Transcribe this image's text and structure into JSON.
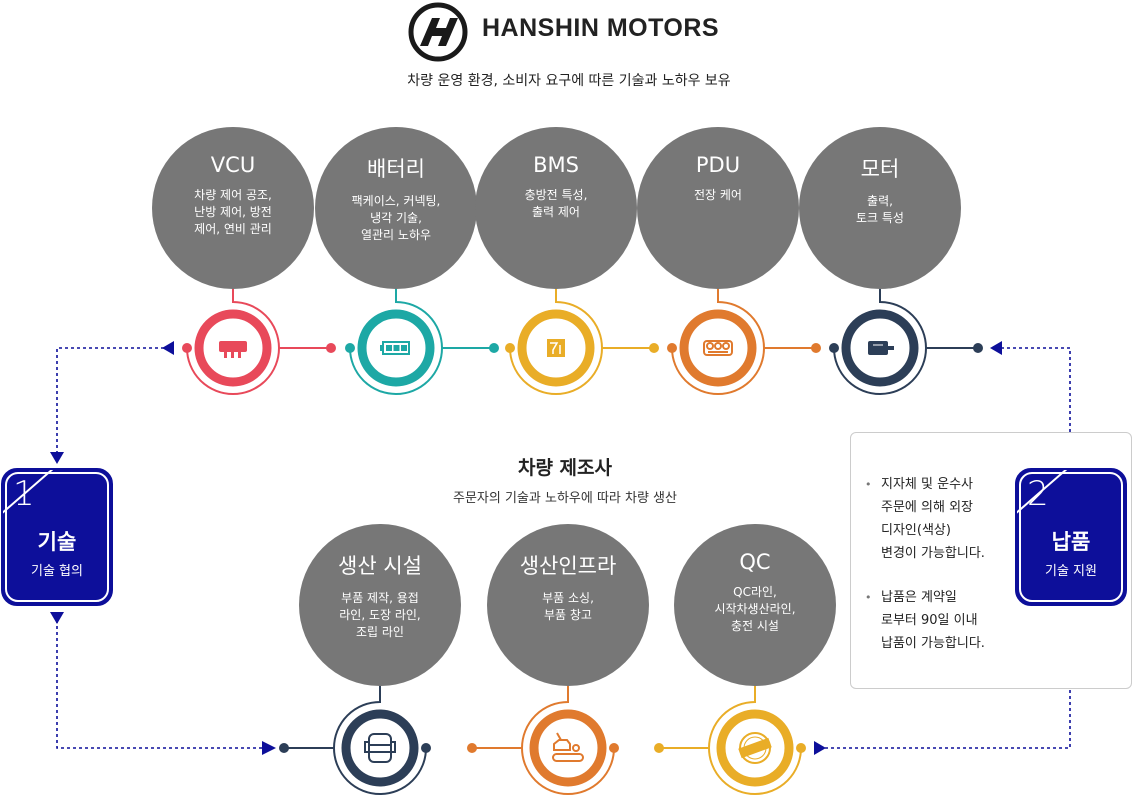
{
  "header": {
    "brand": "HANSHIN MOTORS",
    "tagline": "차량 운영 환경, 소비자 요구에 따른 기술과 노하우 보유"
  },
  "technologies": [
    {
      "title": "VCU",
      "desc": "차량 제어 공조,\n난방 제어, 방전\n제어, 연비 관리",
      "icon": "ram-chip-icon",
      "color": "#e8495a"
    },
    {
      "title": "배터리",
      "desc": "팩케이스, 커넥팅,\n냉각 기술,\n열관리 노하우",
      "icon": "battery-icon",
      "color": "#1da8a5"
    },
    {
      "title": "BMS",
      "desc": "충방전 특성,\n출력 제어",
      "icon": "circuit-board-icon",
      "color": "#e9ad27"
    },
    {
      "title": "PDU",
      "desc": "전장 케어",
      "icon": "power-distribution-icon",
      "color": "#e07a2e"
    },
    {
      "title": "모터",
      "desc": "출력,\n토크 특성",
      "icon": "motor-icon",
      "color": "#2c3e57"
    }
  ],
  "manufacturer": {
    "title": "차량 제조사",
    "subtitle": "주문자의 기술과 노하우에 따라 차량 생산"
  },
  "production": [
    {
      "title": "생산 시설",
      "desc": "부품 제작, 용접\n라인, 도장 라인,\n조립 라인",
      "icon": "welding-mask-icon",
      "color": "#2c3e57"
    },
    {
      "title": "생산인프라",
      "desc": "부품 소싱,\n부품 창고",
      "icon": "assembly-line-icon",
      "color": "#e07a2e"
    },
    {
      "title": "QC",
      "desc": "QC라인,\n시작차생산라인,\n충전 시설",
      "icon": "tested-stamp-icon",
      "color": "#e9ad27"
    }
  ],
  "steps": [
    {
      "number": "1",
      "label": "기술",
      "sub": "기술 협의"
    },
    {
      "number": "2",
      "label": "납품",
      "sub": "기술 지원"
    }
  ],
  "info_notes": [
    "지자체 및 운수사\n주문에 의해 외장\n디자인(색상)\n변경이 가능합니다.",
    "납품은 계약일\n로부터 90일 이내\n납품이 가능합니다."
  ],
  "colors": {
    "bubble": "#777777",
    "step": "#0d0f9a",
    "flow": "#0d0f9a"
  }
}
